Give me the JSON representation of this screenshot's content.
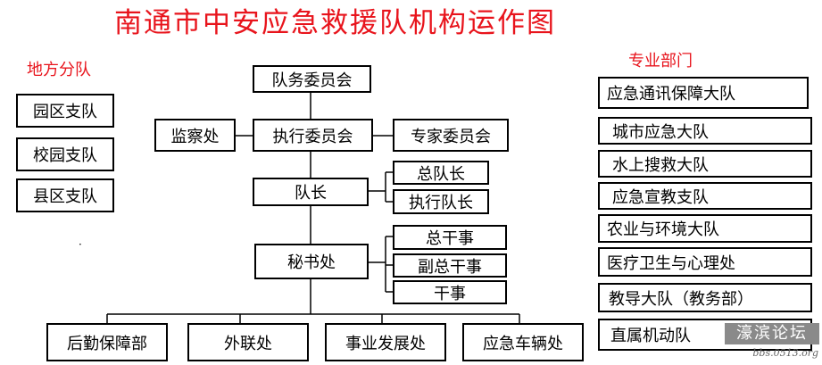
{
  "title": "南通市中安应急救援队机构运作图",
  "local": {
    "label": "地方分队",
    "items": [
      "园区支队",
      "校园支队",
      "县区支队"
    ]
  },
  "professional": {
    "label": "专业部门",
    "items": [
      "应急通讯保障大队",
      "城市应急大队",
      "水上搜救大队",
      "应急宣教支队",
      "农业与环境大队",
      "医疗卫生与心理处",
      "教导大队（教务部）",
      "直属机动队"
    ]
  },
  "center": {
    "committee": "队务委员会",
    "supervision": "监察处",
    "executive_committee": "执行委员会",
    "expert_committee": "专家委员会",
    "captain": "队长",
    "chief_captain": "总队长",
    "executive_captain": "执行队长",
    "secretariat": "秘书处",
    "chief_officer": "总干事",
    "deputy_chief_officer": "副总干事",
    "officer": "干事"
  },
  "departments": [
    "后勤保障部",
    "外联处",
    "事业发展处",
    "应急车辆处"
  ],
  "watermark": {
    "logo_text": "濠滨论坛",
    "url": "bbs.0513.org"
  }
}
